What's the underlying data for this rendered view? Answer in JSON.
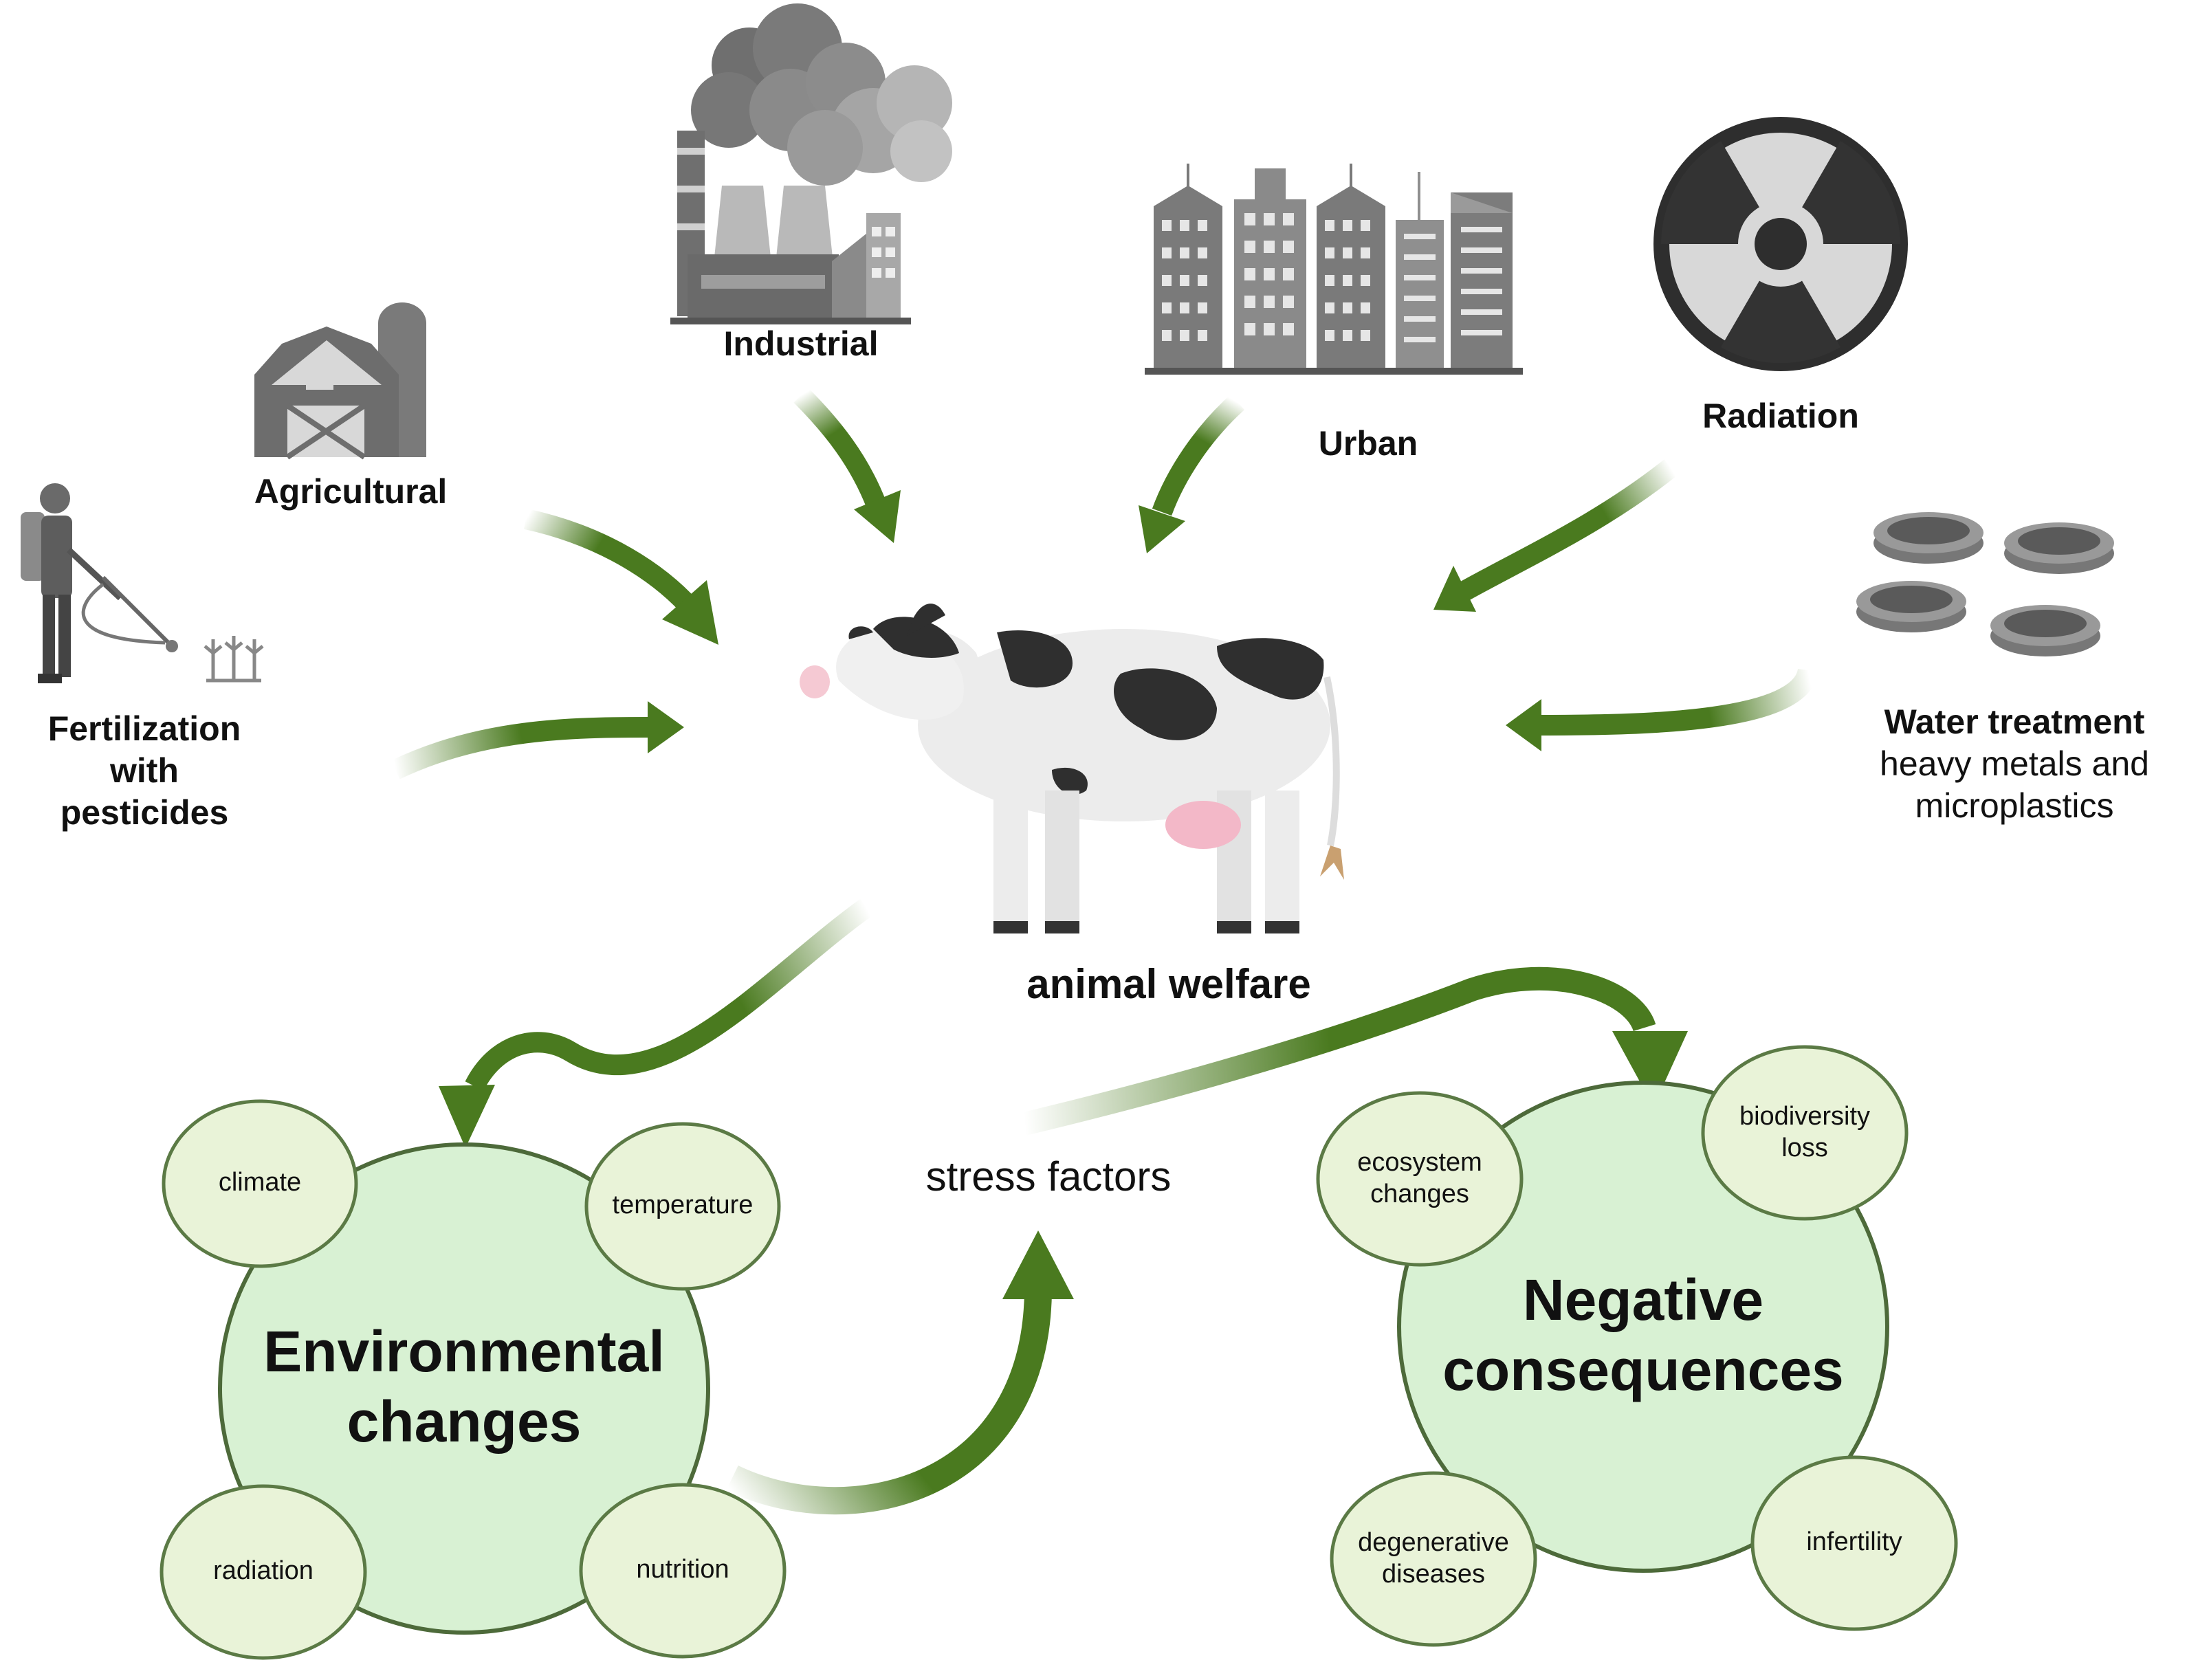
{
  "colors": {
    "arrow": "#4a7a1f",
    "circle_fill": "#d8f1d3",
    "circle_stroke": "#4d6a3a",
    "small_circle_fill": "#e9f3d8",
    "small_circle_stroke": "#5b7a45",
    "icon_gray": "#7b7b7b",
    "icon_dark": "#3a3a3a"
  },
  "sources": {
    "industrial": "Industrial",
    "urban": "Urban",
    "radiation": "Radiation",
    "agricultural": "Agricultural",
    "fertilization": [
      "Fertilization",
      "with",
      "pesticides"
    ],
    "water_title": "Water treatment",
    "water_sub": [
      "heavy metals and",
      "microplastics"
    ]
  },
  "center": {
    "label": "animal welfare",
    "stress": "stress factors"
  },
  "environmental": {
    "title": [
      "Environmental",
      "changes"
    ],
    "items": {
      "climate": [
        "climate"
      ],
      "temperature": [
        "temperature"
      ],
      "radiation": [
        "radiation"
      ],
      "nutrition": [
        "nutrition"
      ]
    }
  },
  "negative": {
    "title": [
      "Negative",
      "consequences"
    ],
    "items": {
      "ecosystem": [
        "ecosystem",
        "changes"
      ],
      "biodiversity": [
        "biodiversity",
        "loss"
      ],
      "degenerative": [
        "degenerative",
        "diseases"
      ],
      "infertility": [
        "infertility"
      ]
    }
  }
}
